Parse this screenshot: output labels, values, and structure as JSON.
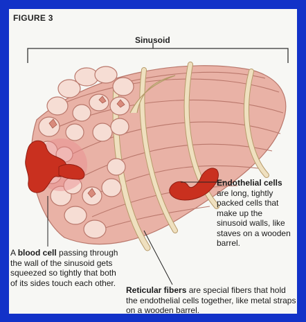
{
  "figure": {
    "label": "FIGURE 3",
    "title": "Sinusoid"
  },
  "annotations": {
    "endothelial": {
      "term": "Endothelial cells",
      "rest": "are long, tightly packed cells that make up the sinusoid walls, like staves on a wooden barrel."
    },
    "blood_cell": {
      "prefix": "A",
      "term": "blood cell",
      "rest": "passing through the wall of the sinusoid gets squeezed so tightly that both of its sides touch each other."
    },
    "reticular": {
      "term": "Reticular fibers",
      "rest": "are special fibers that hold the endothelial cells together, like metal straps on a wooden barrel."
    }
  },
  "colors": {
    "frame": "#1232c8",
    "panel": "#f7f7f4",
    "cell": "#e9b2a6",
    "cell_edge": "#b9776b",
    "cell_end": "#f6ddd4",
    "fiber": "#efe0bf",
    "fiber_edge": "#b69a6a",
    "blood": "#c9301f"
  }
}
